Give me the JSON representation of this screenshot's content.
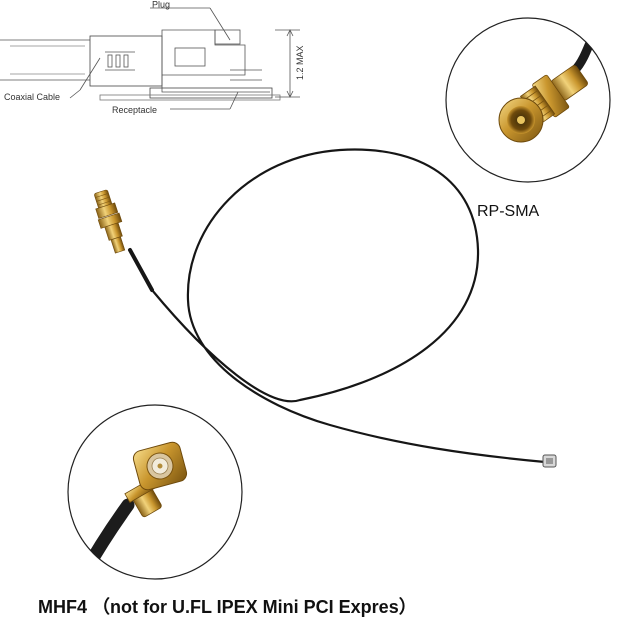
{
  "diagram": {
    "plug_label": "Plug",
    "coaxial_label": "Coaxial Cable",
    "receptacle_label": "Receptacle",
    "height_label": "1.2 MAX"
  },
  "labels": {
    "rpsma": "RP-SMA",
    "mhf4": "MHF4 （not for U.FL IPEX Mini PCI Expres）"
  },
  "colors": {
    "gold": "#c9962e",
    "cable": "#1a1a1a",
    "circle_outline": "#222222"
  }
}
